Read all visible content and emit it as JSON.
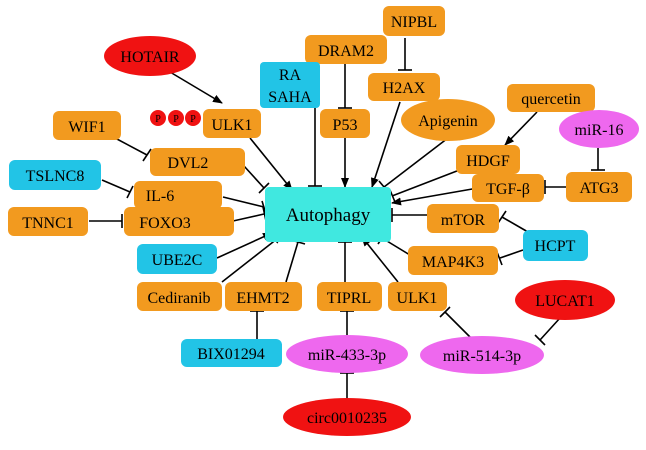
{
  "colors": {
    "center": "#40E8E0",
    "orange": "#F29A1F",
    "blue": "#22C4E6",
    "red": "#F01212",
    "magenta": "#EE68EE",
    "edge": "#000000"
  },
  "nodes": {
    "autophagy": "Autophagy",
    "nipbl": "NIPBL",
    "hotair": "HOTAIR",
    "dram2": "DRAM2",
    "ra": "RA",
    "saha": "SAHA",
    "h2ax": "H2AX",
    "quercetin": "quercetin",
    "p53": "P53",
    "apigenin": "Apigenin",
    "ulk1_top": "ULK1",
    "p1": "P",
    "p2": "P",
    "p3": "P",
    "wif1": "WIF1",
    "mir16": "miR-16",
    "dvl2": "DVL2",
    "hdgf": "HDGF",
    "tslnc8": "TSLNC8",
    "il6": "IL-6",
    "tgfb": "TGF-β",
    "atg3": "ATG3",
    "tnnc1": "TNNC1",
    "foxo3": "FOXO3",
    "mtor": "mTOR",
    "hcpt": "HCPT",
    "ube2c": "UBE2C",
    "map4k3": "MAP4K3",
    "cediranib": "Cediranib",
    "ehmt2": "EHMT2",
    "tiprl": "TIPRL",
    "ulk1_bottom": "ULK1",
    "lucat1": "LUCAT1",
    "bix01294": "BIX01294",
    "mir433": "miR-433-3p",
    "mir514": "miR-514-3p",
    "circ": "circ0010235"
  }
}
